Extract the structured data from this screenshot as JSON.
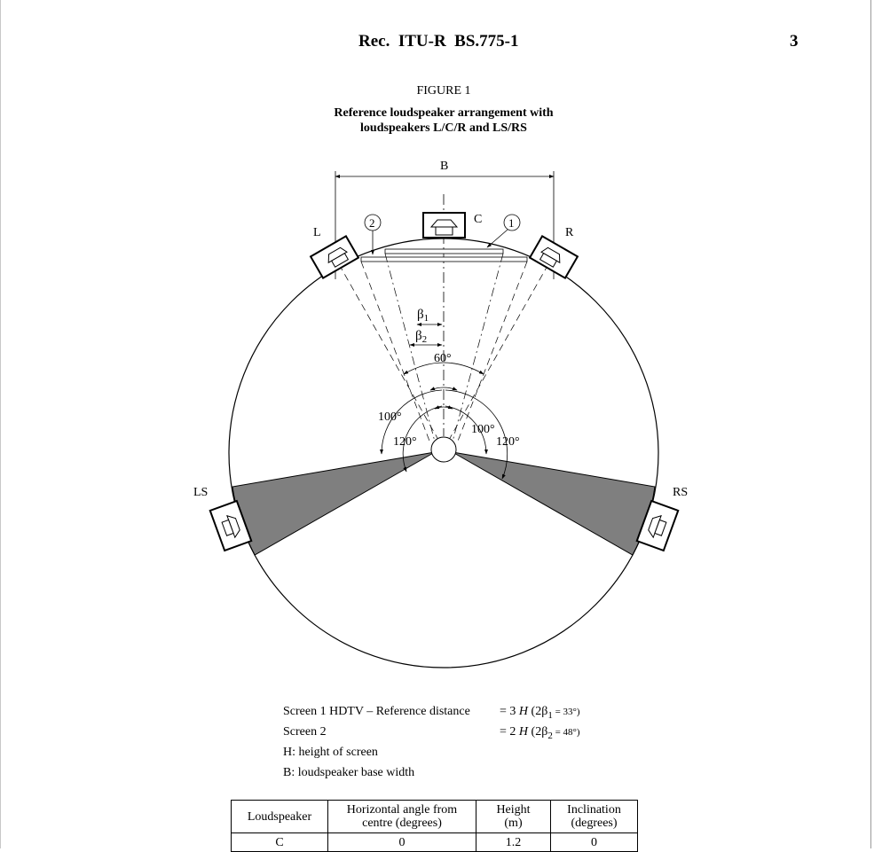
{
  "header": {
    "title": "Rec.  ITU-R  BS.775-1",
    "page": "3"
  },
  "figure": {
    "label": "FIGURE 1",
    "caption_line1": "Reference loudspeaker arrangement with",
    "caption_line2": "loudspeakers L/C/R and LS/RS"
  },
  "diagram": {
    "labels": {
      "B": "B",
      "L": "L",
      "C": "C",
      "R": "R",
      "LS": "LS",
      "RS": "RS",
      "screen1": "1",
      "screen2": "2",
      "beta1": "β",
      "beta1_sub": "1",
      "beta2": "β",
      "beta2_sub": "2",
      "angle_60": "60°",
      "angle_100_left": "100°",
      "angle_120_left": "120°",
      "angle_100_right": "100°",
      "angle_120_right": "120°"
    },
    "colors": {
      "sector_fill": "#7f7f7f",
      "line": "#000000"
    }
  },
  "legend": {
    "row1_label": "Screen 1 HDTV – Reference distance",
    "row1_value": "= 3 H (2β1 = 33°)",
    "row1_value_prefix": "= 3 ",
    "row1_value_H": "H",
    "row1_value_open": " (2β",
    "row1_value_sub": "1",
    "row1_value_rest": " = 33°)",
    "row2_label": "Screen 2",
    "row2_value": "= 2 H (2β2 = 48°)",
    "row2_value_prefix": "= 2 ",
    "row2_value_H": "H",
    "row2_value_open": " (2β",
    "row2_value_sub": "2",
    "row2_value_rest": " = 48°)",
    "row3": "H: height of screen",
    "row4": "B: loudspeaker base width"
  },
  "table": {
    "headers": [
      "Loudspeaker",
      "Horizontal angle from centre (degrees)",
      "Height (m)",
      "Inclination (degrees)"
    ],
    "header_lines": [
      [
        "Loudspeaker"
      ],
      [
        "Horizontal angle from",
        "centre (degrees)"
      ],
      [
        "Height",
        "(m)"
      ],
      [
        "Inclination",
        "(degrees)"
      ]
    ],
    "rows": [
      [
        "C",
        "0",
        "1.2",
        "0"
      ]
    ]
  }
}
